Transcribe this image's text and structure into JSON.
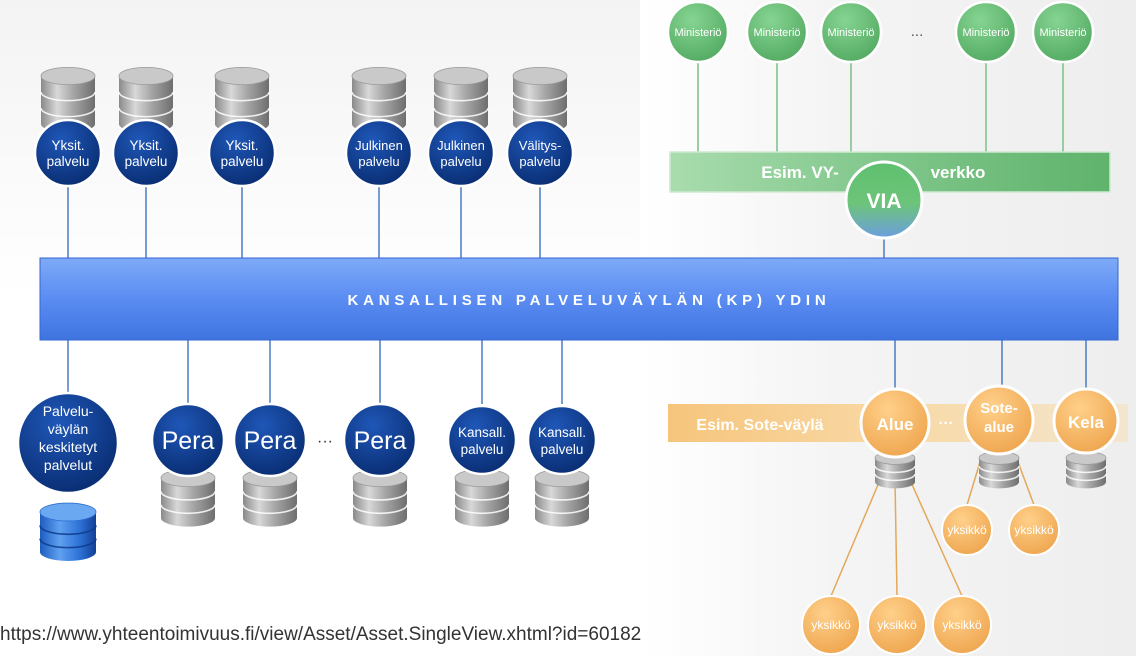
{
  "core_bus": {
    "label": "KANSALLISEN PALVELUVÄYLÄN (KP) YDIN"
  },
  "top_services": [
    {
      "line1": "Yksit.",
      "line2": "palvelu"
    },
    {
      "line1": "Yksit.",
      "line2": "palvelu"
    },
    {
      "line1": "Yksit.",
      "line2": "palvelu"
    },
    {
      "line1": "Julkinen",
      "line2": "palvelu"
    },
    {
      "line1": "Julkinen",
      "line2": "palvelu"
    },
    {
      "line1": "Välitys-",
      "line2": "palvelu"
    }
  ],
  "central_services": {
    "lines": [
      "Palvelu-",
      "väylän",
      "keskitetyt",
      "palvelut"
    ]
  },
  "pera_nodes": [
    "Pera",
    "Pera",
    "Pera"
  ],
  "ellipsis": "···",
  "ellipsis_top": "...",
  "national_services": [
    {
      "line1": "Kansall.",
      "line2": "palvelu"
    },
    {
      "line1": "Kansall.",
      "line2": "palvelu"
    }
  ],
  "ministries": [
    "Ministeriö",
    "Ministeriö",
    "Ministeriö",
    "Ministeriö",
    "Ministeriö"
  ],
  "vy_network": {
    "left": "Esim. VY-",
    "right": "verkko",
    "via": "VIA"
  },
  "sote_bus": {
    "label": "Esim. Sote-väylä"
  },
  "sote_nodes": {
    "alue": "Alue",
    "sote_alue": [
      "Sote-",
      "alue"
    ],
    "kela": "Kela",
    "dots": "···"
  },
  "units": [
    "yksikkö",
    "yksikkö",
    "yksikkö",
    "yksikkö",
    "yksikkö"
  ],
  "source_url": "https://www.yhteentoimivuus.fi/view/Asset/Asset.SingleView.xhtml?id=60182",
  "colors": {
    "core_bus": "#5b8df2",
    "service_blue": "#0e3a8c",
    "ministry_green": "#6cc07a",
    "vy_bar": "#8ccf95",
    "sote_orange": "#f4b860",
    "line_blue": "#4a7cc0",
    "line_green": "#7bbf86",
    "line_orange": "#e3a85a"
  }
}
